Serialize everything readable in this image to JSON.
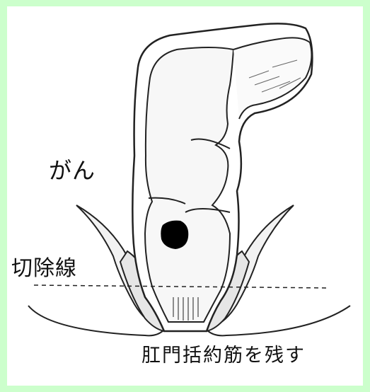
{
  "diagram": {
    "labels": {
      "cancer": "がん",
      "resection_line": "切除線",
      "sphincter_preserved": "肛門括約筋を残す"
    },
    "colors": {
      "background_border": "#ccffcc",
      "canvas": "#ffffff",
      "line": "#222222",
      "tumor": "#000000"
    }
  }
}
